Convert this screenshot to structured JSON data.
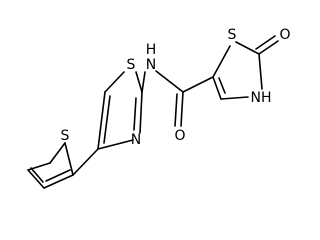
{
  "structure": {
    "atoms": {
      "s_thiazole": "S",
      "n_amide": "N",
      "h_amide": "H",
      "n_thiazole": "N",
      "s_thiophene": "S",
      "s_thiazolone": "S",
      "o_ketone": "O",
      "nh_thiazolone": "NH",
      "o_amide": "O"
    }
  }
}
